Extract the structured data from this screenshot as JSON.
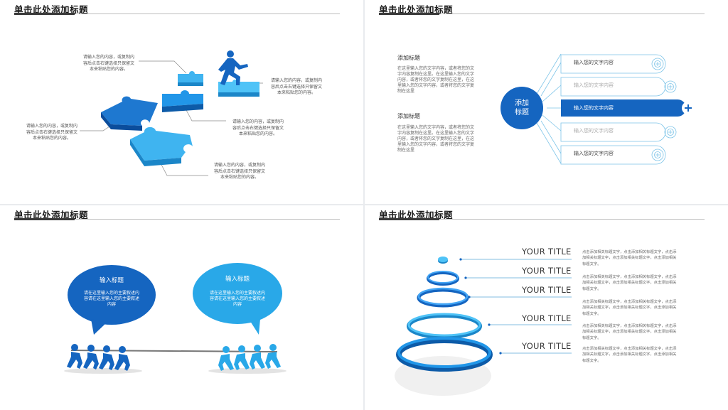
{
  "slides": {
    "s1": {
      "title": "单击此处添加标题",
      "callouts": [
        {
          "l1": "请输入您的内容，或复制内",
          "l2": "容后点击右键选择只保留文",
          "l3": "本来粘贴您的内容。"
        },
        {
          "l1": "请输入您的内容，或复制内",
          "l2": "容后点击右键选择只保留文",
          "l3": "本来粘贴您的内容。"
        },
        {
          "l1": "请输入您的内容，或复制内",
          "l2": "容后点击右键选择只保留文",
          "l3": "本来粘贴您的内容。"
        },
        {
          "l1": "请输入您的内容，或复制内",
          "l2": "容后点击右键选择只保留文",
          "l3": "本来粘贴您的内容。"
        },
        {
          "l1": "请输入您的内容，或复制内",
          "l2": "容后点击右键选择只保留文",
          "l3": "本来粘贴您的内容。"
        }
      ]
    },
    "s2": {
      "title": "单击此处添加标题",
      "blocks": [
        {
          "heading": "添加标题",
          "l1": "在这里输入您的文字内容，或者将您的文",
          "l2": "字内容复制在这里。在这里输入您的文字",
          "l3": "内容，或者将您的文字复制在这里，在这",
          "l4": "里输入您的文字内容，或者将您的文字复",
          "l5": "制在这里"
        },
        {
          "heading": "添加标题",
          "l1": "在这里输入您的文字内容，或者将您的文",
          "l2": "字内容复制在这里。在这里输入您的文字",
          "l3": "内容，或者将您的文字复制在这里，在这",
          "l4": "里输入您的文字内容，或者将您的文字复",
          "l5": "制在这里"
        }
      ],
      "center": {
        "l1": "添加",
        "l2": "标题"
      },
      "menu": [
        "输入您的文字内容",
        "输入您的文字内容",
        "输入您的文字内容",
        "输入您的文字内容",
        "输入您的文字内容"
      ]
    },
    "s3": {
      "title": "单击此处添加标题",
      "left": {
        "title": "输入标题",
        "l1": "请在这里输入您的主要叙述内",
        "l2": "容请在这里输入您的主要叙述",
        "l3": "内容"
      },
      "right": {
        "title": "输入标题",
        "l1": "请在这里输入您的主要叙述内",
        "l2": "容请在这里输入您的主要叙述",
        "l3": "内容"
      }
    },
    "s4": {
      "title": "单击此处添加标题",
      "items": [
        {
          "title": "YOUR TITLE",
          "l1": "点击添加相关标题文字，点击添加相关标题文字，点击添",
          "l2": "加相关标题文字，点击添加相关标题文字，点击添加相关",
          "l3": "标题文字。"
        },
        {
          "title": "YOUR TITLE",
          "l1": "点击添加相关标题文字，点击添加相关标题文字，点击添",
          "l2": "加相关标题文字，点击添加相关标题文字，点击添加相关",
          "l3": "标题文字。"
        },
        {
          "title": "YOUR TITLE",
          "l1": "点击添加相关标题文字，点击添加相关标题文字，点击添",
          "l2": "加相关标题文字，点击添加相关标题文字，点击添加相关",
          "l3": "标题文字。"
        },
        {
          "title": "YOUR TITLE",
          "l1": "点击添加相关标题文字，点击添加相关标题文字，点击添",
          "l2": "加相关标题文字，点击添加相关标题文字，点击添加相关",
          "l3": "标题文字。"
        },
        {
          "title": "YOUR TITLE",
          "l1": "点击添加相关标题文字，点击添加相关标题文字，点击添",
          "l2": "加相关标题文字，点击添加相关标题文字，点击添加相关",
          "l3": "标题文字。"
        }
      ]
    }
  },
  "colors": {
    "primary": "#1565c0",
    "light": "#29a8e8",
    "accent": "#4fc3f7",
    "rule": "#bdbdbd"
  }
}
